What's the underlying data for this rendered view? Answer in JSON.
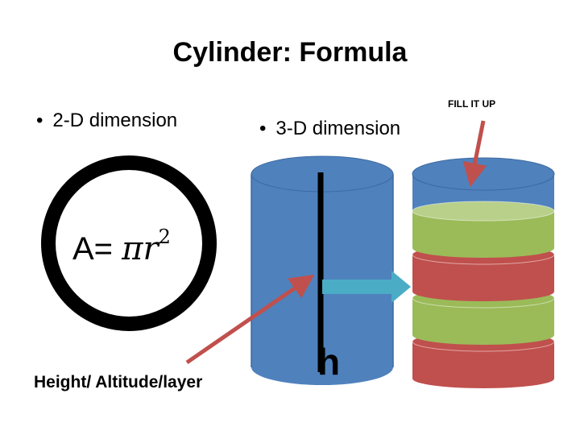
{
  "title": "Cylinder: Formula",
  "bullets": {
    "two_d": "2-D dimension",
    "three_d": "3-D dimension",
    "marker": "•"
  },
  "formula": {
    "prefix": "A=",
    "expr": "πr",
    "exponent": "2"
  },
  "labels": {
    "fill": "FILL  IT UP",
    "height": "Height/ Altitude/layer",
    "h_symbol": "h"
  },
  "colors": {
    "cylinder_blue": "#4f81bd",
    "layer_green": "#9bbb59",
    "layer_red": "#c0504d",
    "arrow_red": "#c0504d",
    "arrow_teal": "#4bacc6",
    "circle_ring": "#000000"
  },
  "layers": [
    "green",
    "red",
    "green",
    "red"
  ]
}
